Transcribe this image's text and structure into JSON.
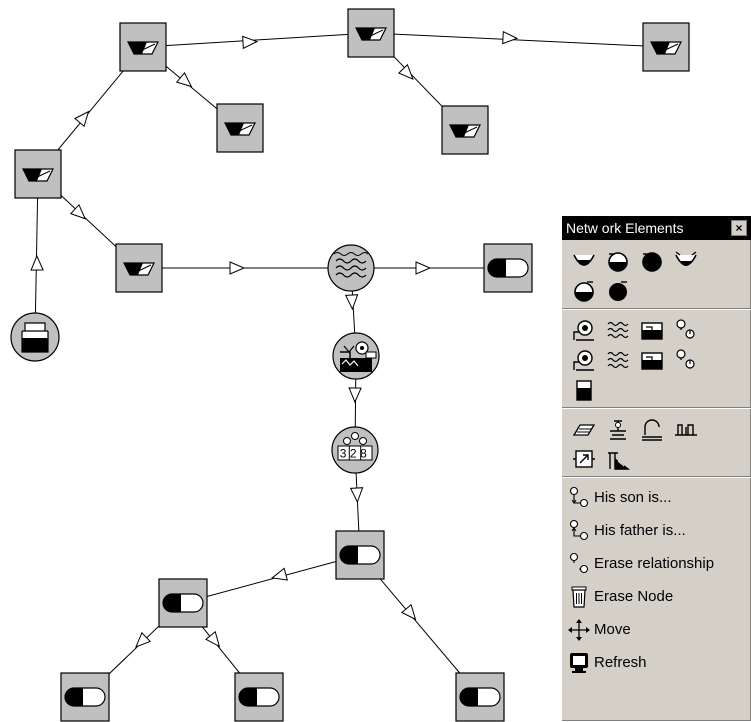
{
  "palette": {
    "title": "Netw ork Elements",
    "close_glyph": "×",
    "commands": [
      {
        "label": "His son is...",
        "icon": "son-relation-icon"
      },
      {
        "label": "His father is...",
        "icon": "father-relation-icon"
      },
      {
        "label": "Erase relationship",
        "icon": "erase-relationship-icon"
      },
      {
        "label": "Erase Node",
        "icon": "trash-icon"
      },
      {
        "label": "Move",
        "icon": "move-icon"
      },
      {
        "label": "Refresh",
        "icon": "refresh-monitor-icon"
      }
    ]
  },
  "digit_display": "328"
}
